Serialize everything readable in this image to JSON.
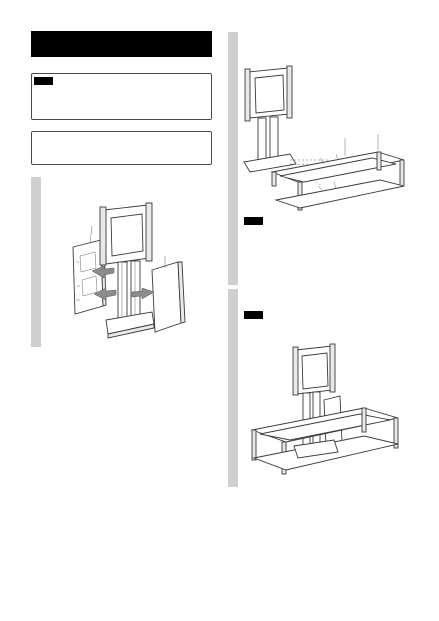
{
  "page": {
    "title_bar": "",
    "note_box": {
      "tag": "",
      "text": ""
    },
    "info_box": {
      "text": ""
    }
  },
  "steps": [
    {
      "number": "",
      "text": ""
    },
    {
      "number": "",
      "text": "",
      "note_tag": "",
      "note_text": ""
    },
    {
      "number": "",
      "text": "",
      "note_tag": "",
      "note_text": ""
    }
  ],
  "colors": {
    "title_bar": "#000000",
    "step_bar": "#cfcfcf",
    "note_tag": "#000000",
    "box_border": "#4a4a4a"
  },
  "icons": [
    "wall-plate-drawing",
    "stand-column-drawing",
    "cover-panel-drawing",
    "shelf-frame-drawing",
    "assembled-stand-drawing",
    "insert-arrow-icon"
  ]
}
